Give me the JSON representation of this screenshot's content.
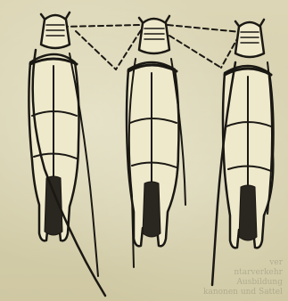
{
  "figure": {
    "ink_color": "#1a1813",
    "paper_color": "#d9d3b2"
  },
  "background_text": {
    "line1": "ver",
    "line2": "ntarverkehr",
    "line3": "Ausbildung",
    "line4": "kanonen und Sattel"
  }
}
